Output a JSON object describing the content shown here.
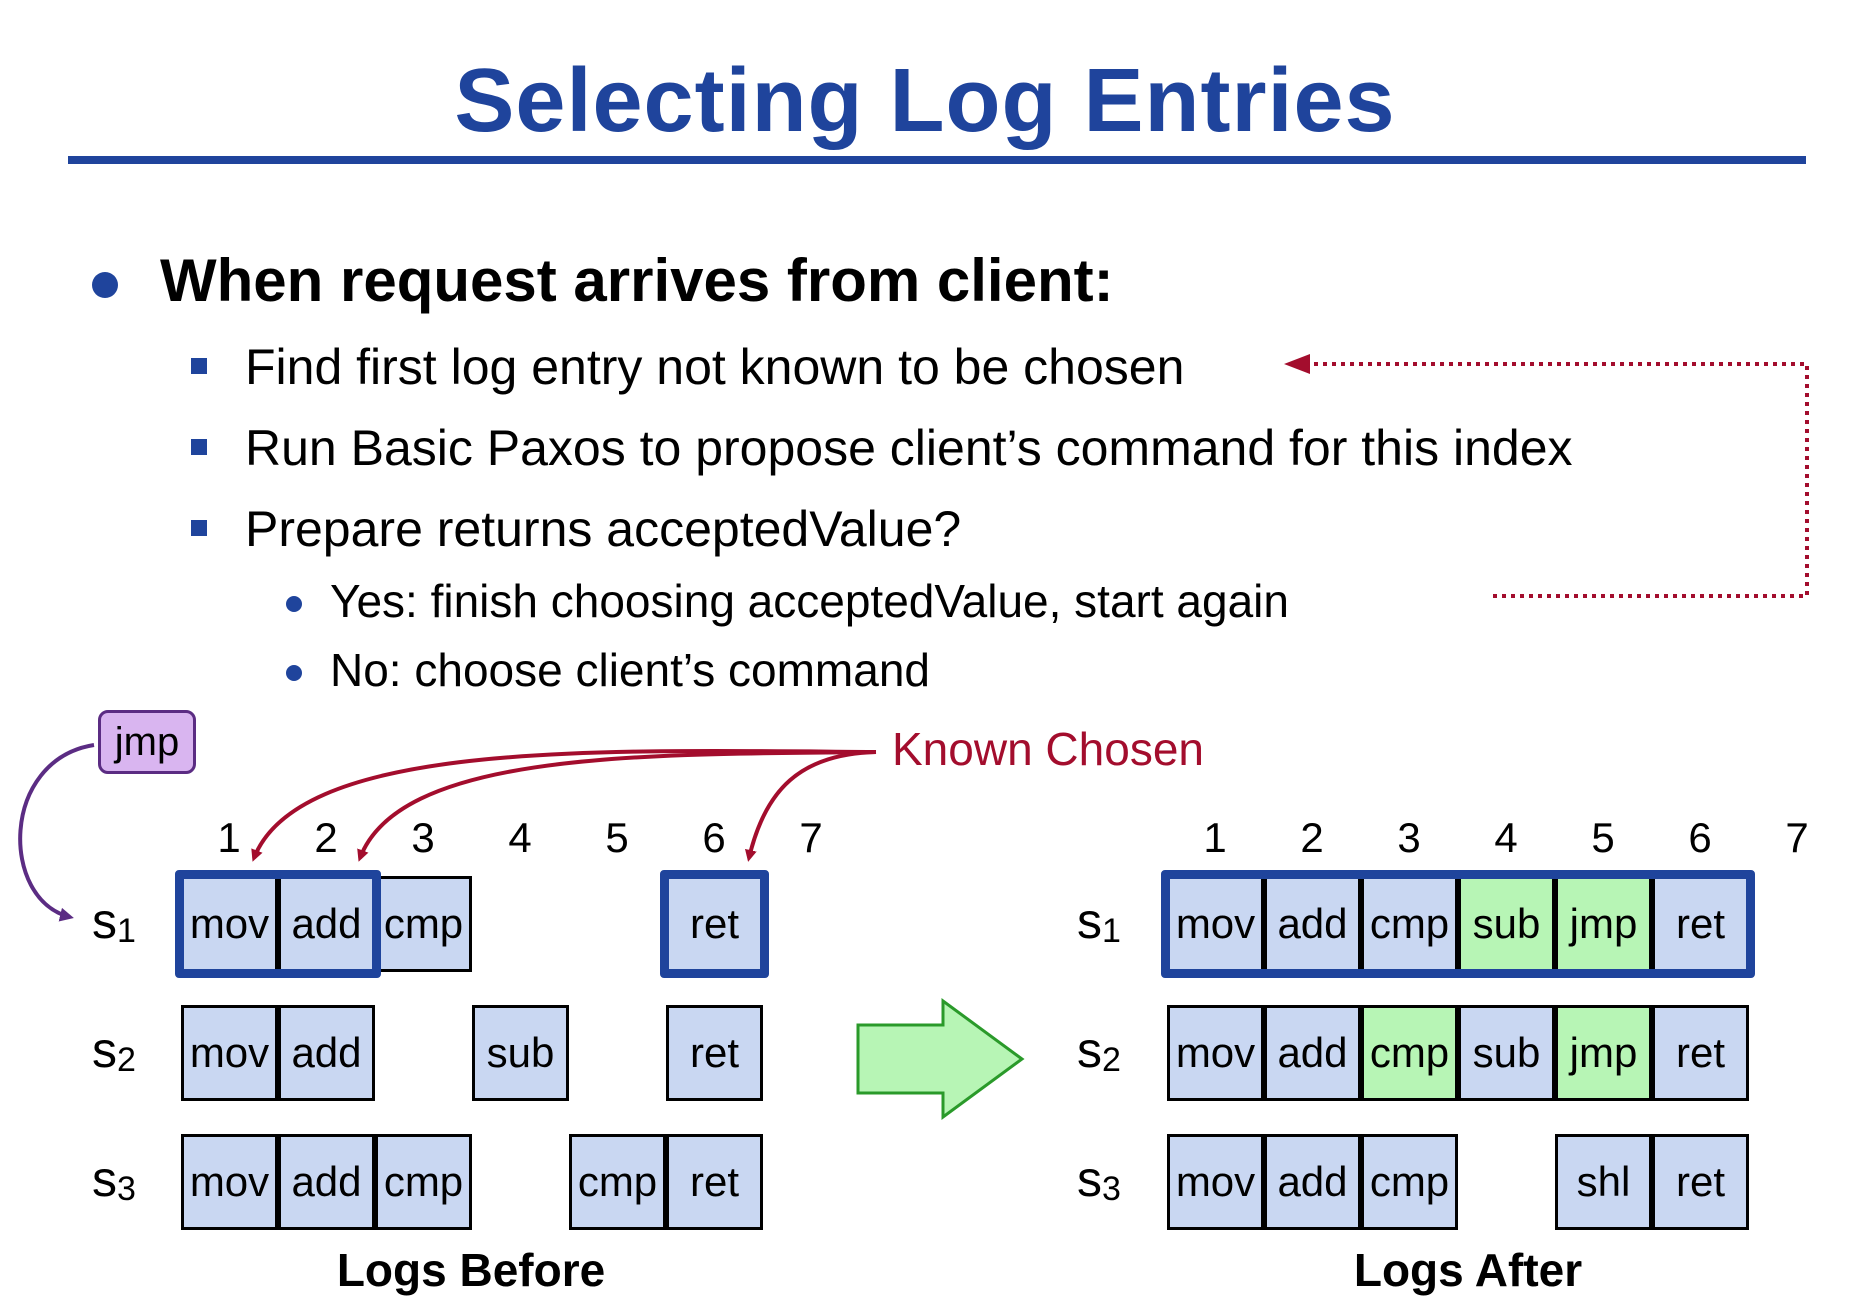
{
  "title": "Selecting Log Entries",
  "bullet": "When request arrives from client:",
  "subbullets": [
    "Find first log entry not known to be chosen",
    "Run Basic Paxos to propose client’s command for this index",
    "Prepare returns acceptedValue?"
  ],
  "subsubbullets": [
    "Yes: finish choosing acceptedValue, start again",
    "No: choose client’s command"
  ],
  "known_chosen_label": "Known Chosen",
  "incoming_command": "jmp",
  "indices": [
    "1",
    "2",
    "3",
    "4",
    "5",
    "6",
    "7"
  ],
  "servers": [
    {
      "name": "s",
      "sub": "1"
    },
    {
      "name": "s",
      "sub": "2"
    },
    {
      "name": "s",
      "sub": "3"
    }
  ],
  "logs_before": {
    "caption": "Logs Before",
    "rows": [
      [
        "mov",
        "add",
        "cmp",
        "",
        "",
        "ret",
        ""
      ],
      [
        "mov",
        "add",
        "",
        "sub",
        "",
        "ret",
        ""
      ],
      [
        "mov",
        "add",
        "cmp",
        "",
        "cmp",
        "ret",
        ""
      ]
    ],
    "chosen": [
      [
        1,
        2
      ],
      [
        6
      ]
    ]
  },
  "logs_after": {
    "caption": "Logs After",
    "rows": [
      [
        "mov",
        "add",
        "cmp",
        "sub",
        "jmp",
        "ret",
        ""
      ],
      [
        "mov",
        "add",
        "cmp",
        "sub",
        "jmp",
        "ret",
        ""
      ],
      [
        "mov",
        "add",
        "cmp",
        "",
        "shl",
        "ret",
        ""
      ]
    ],
    "newly_written": [
      [
        4,
        5
      ],
      [
        3,
        5
      ],
      []
    ],
    "chosen": [
      [
        1,
        2,
        3,
        4,
        5,
        6
      ]
    ]
  },
  "colors": {
    "title_blue": "#1f449c",
    "entry_fill": "#c9d7f2",
    "new_entry_fill": "#b7f5b5",
    "known_chosen_red": "#a30d2d",
    "jmp_purple": "#d9b5f0",
    "arrow_green": "#b7f5b5"
  }
}
